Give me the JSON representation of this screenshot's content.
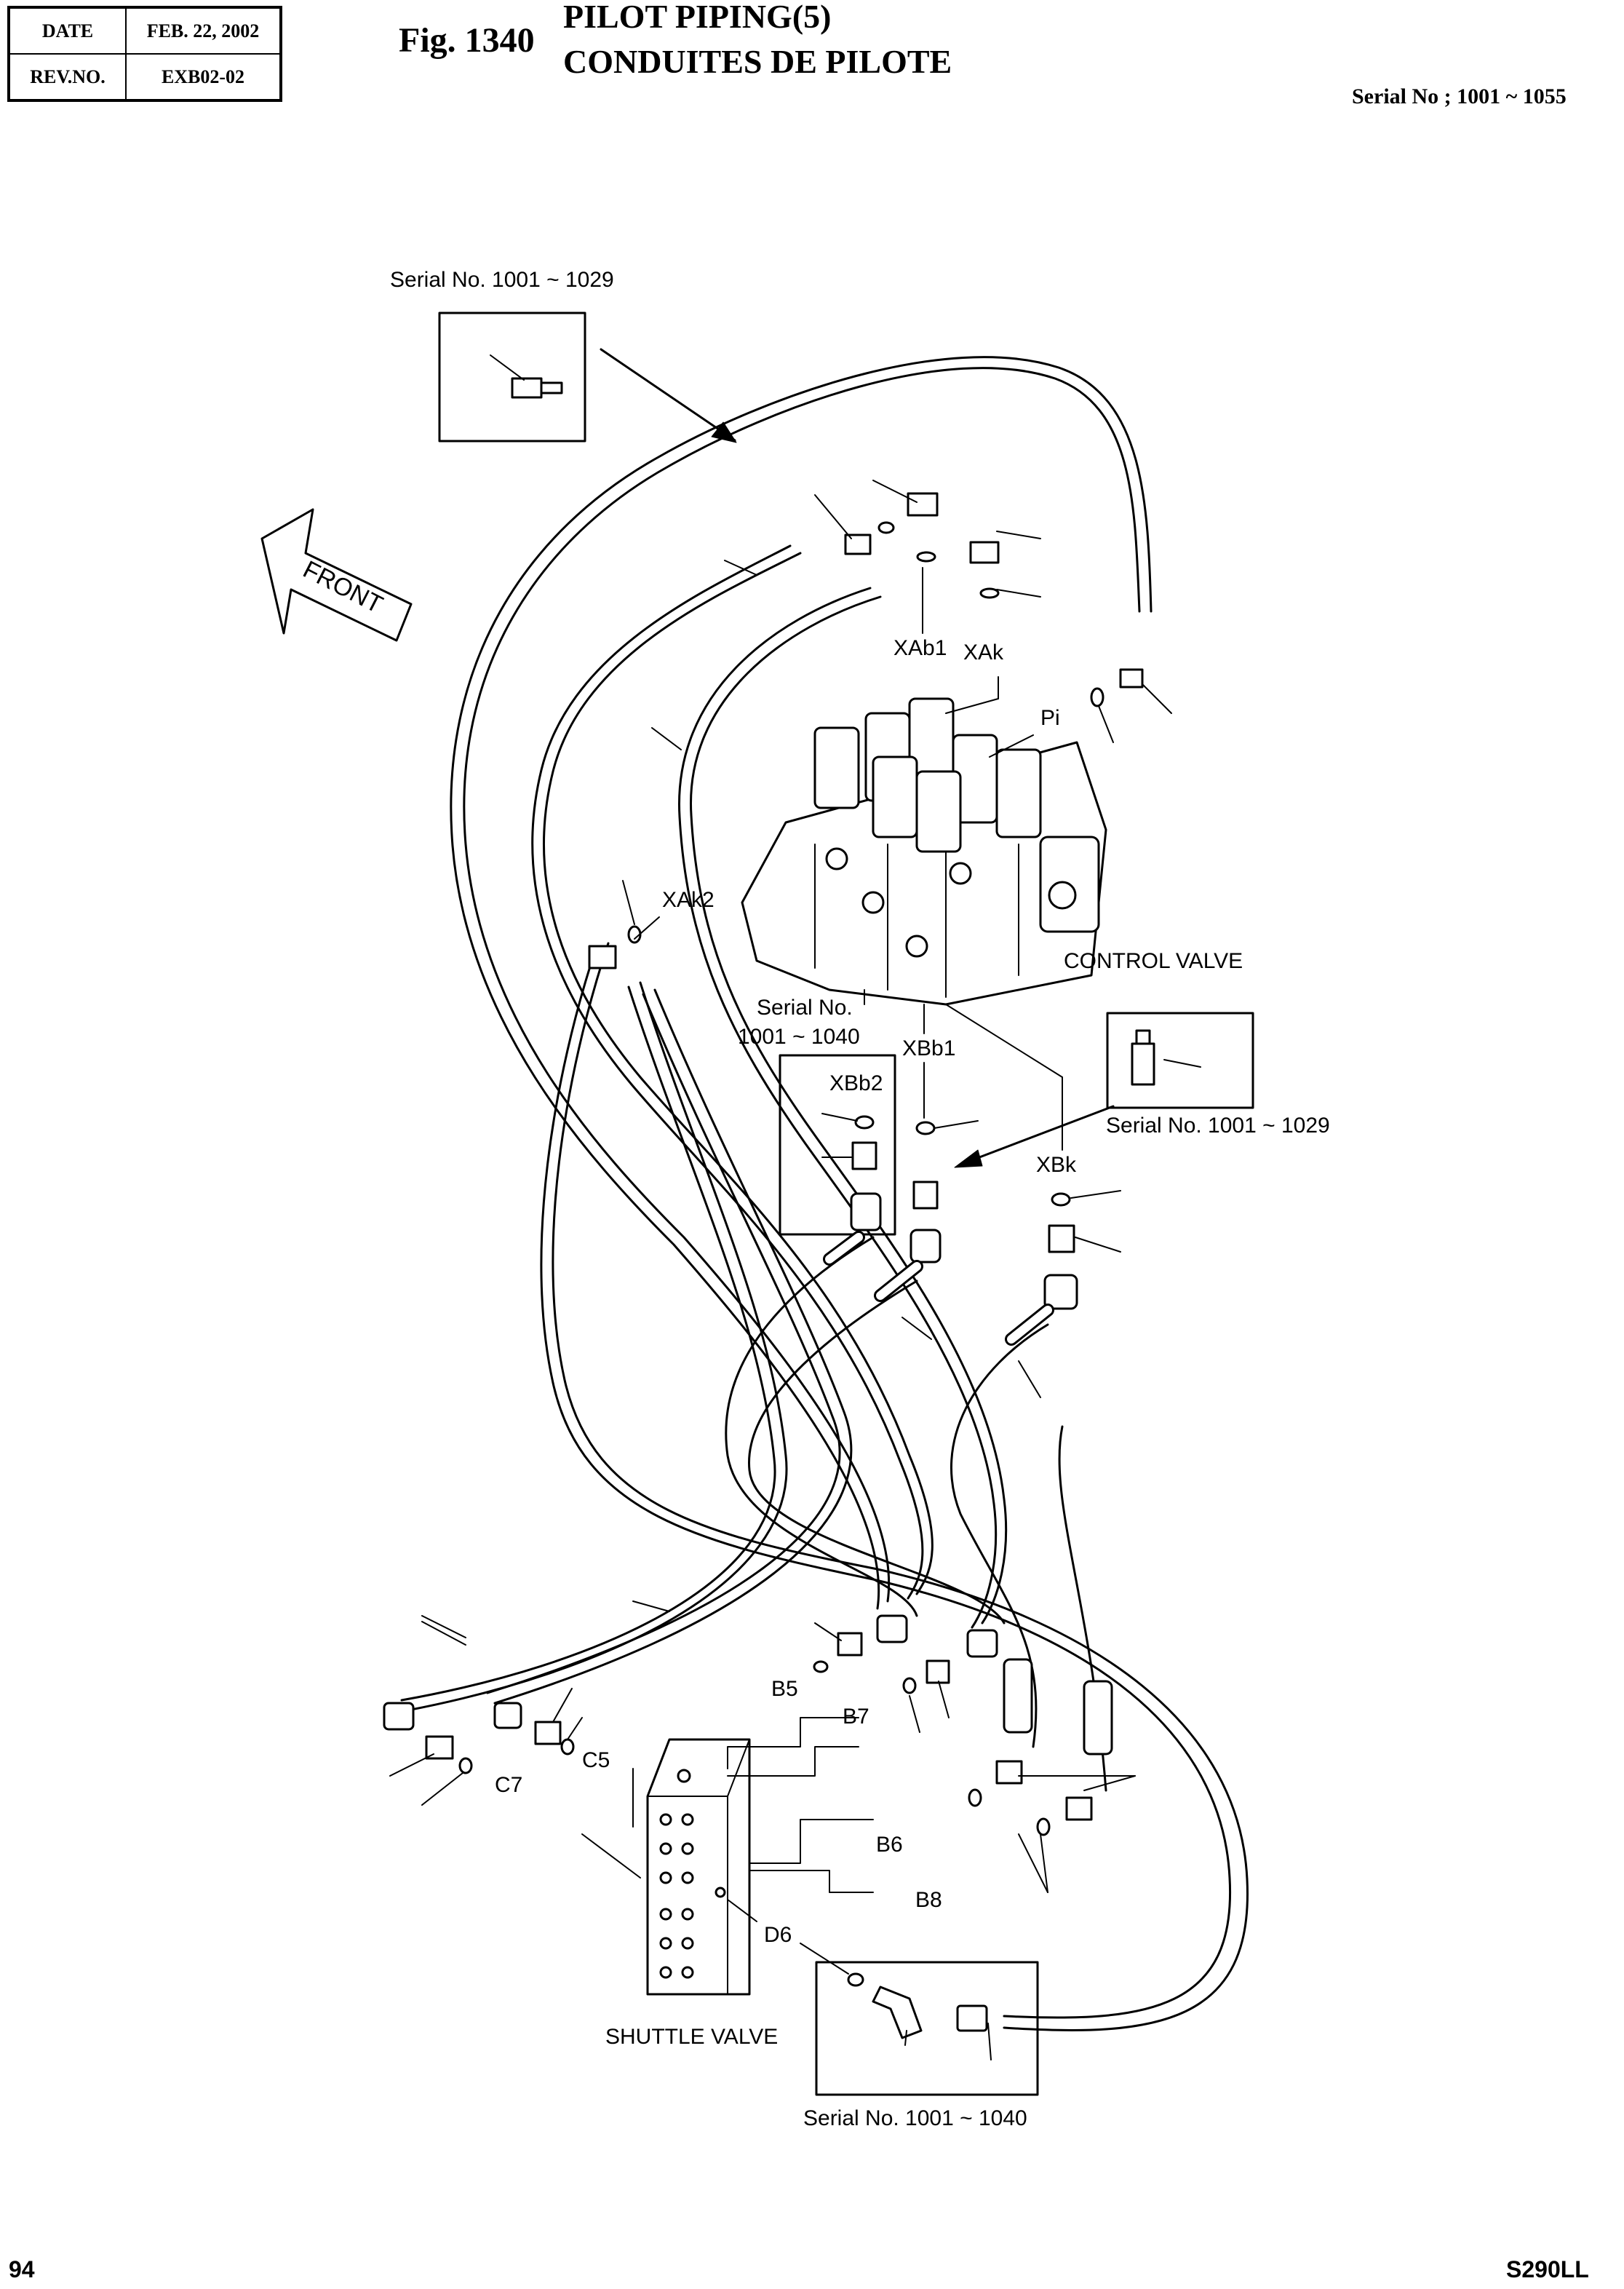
{
  "header": {
    "date_label": "DATE",
    "date_value": "FEB. 22, 2002",
    "rev_label": "REV.NO.",
    "rev_value": "EXB02-02",
    "fig_number": "Fig. 1340",
    "title_en": "PILOT PIPING(5)",
    "title_fr": "CONDUITES DE PILOTE",
    "serial_range": "Serial No ; 1001 ~ 1055"
  },
  "callouts": {
    "serial_top": "Serial No. 1001 ~ 1029",
    "serial_mid_a": "Serial No.",
    "serial_mid_b": "1001 ~ 1040",
    "serial_right": "Serial No. 1001 ~ 1029",
    "serial_bottom": "Serial No. 1001 ~ 1040"
  },
  "ports": {
    "xab1": "XAb1",
    "xak": "XAk",
    "pi": "Pi",
    "xak2": "XAk2",
    "xbb1": "XBb1",
    "xbb2": "XBb2",
    "xbk": "XBk",
    "b5": "B5",
    "b7": "B7",
    "b6": "B6",
    "b8": "B8",
    "c5": "C5",
    "c7": "C7",
    "d6": "D6"
  },
  "components": {
    "control_valve": "CONTROL VALVE",
    "shuttle_valve": "SHUTTLE VALVE",
    "front_arrow": "FRONT"
  },
  "footer": {
    "page_number": "94",
    "model": "S290LL"
  }
}
